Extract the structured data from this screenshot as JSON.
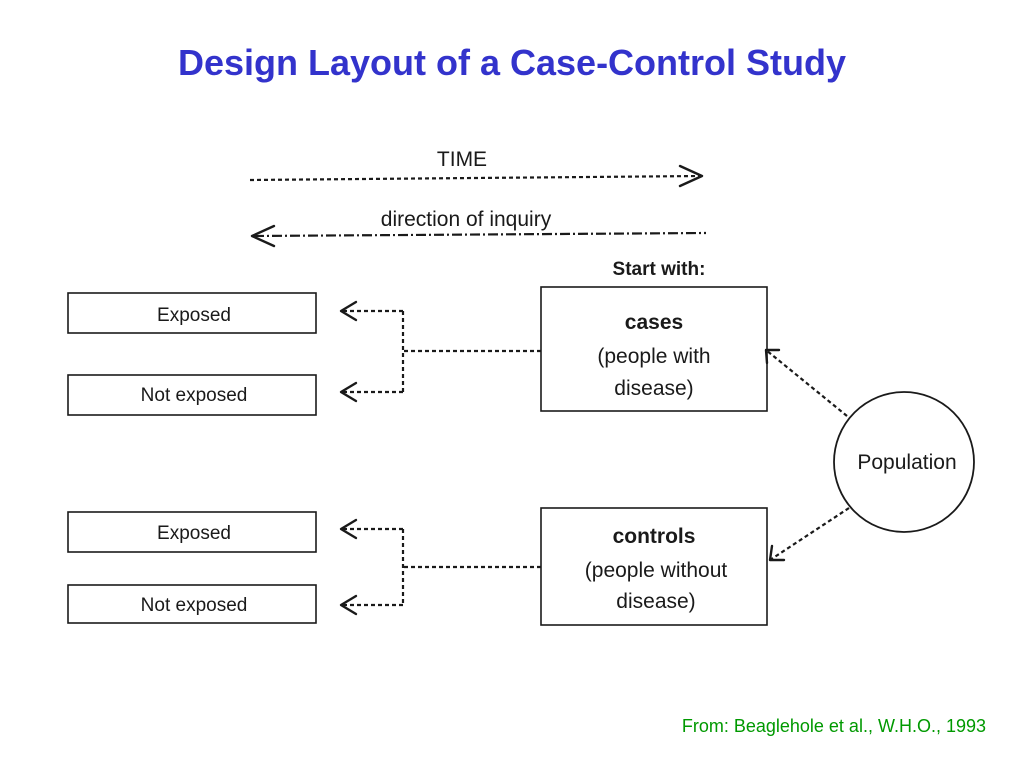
{
  "title": "Design Layout of a Case-Control Study",
  "diagram": {
    "time_label": "TIME",
    "inquiry_label": "direction of inquiry",
    "start_label": "Start with:",
    "cases": {
      "title": "cases",
      "line1": "(people with",
      "line2": "disease)"
    },
    "controls": {
      "title": "controls",
      "line1": "(people without",
      "line2": "disease)"
    },
    "population": "Population",
    "cases_exposed": "Exposed",
    "cases_not_exposed": "Not exposed",
    "controls_exposed": "Exposed",
    "controls_not_exposed": "Not exposed"
  },
  "source": "From: Beaglehole et al., W.H.O., 1993"
}
